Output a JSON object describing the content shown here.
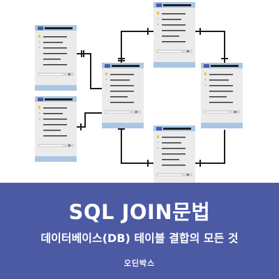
{
  "banner": {
    "title": "SQL JOIN문법",
    "subtitle": "데이터베이스(DB) 테이블 결합의 모든 것",
    "author": "오딘박스"
  },
  "colors": {
    "banner_bg": "#4c5aa4",
    "table_header": "#a9c7e3",
    "table_body": "#ebebeb",
    "key_icon": "#f3c33d",
    "line": "#1a1a1a"
  },
  "icons": [
    "key-icon",
    "play-icon"
  ]
}
